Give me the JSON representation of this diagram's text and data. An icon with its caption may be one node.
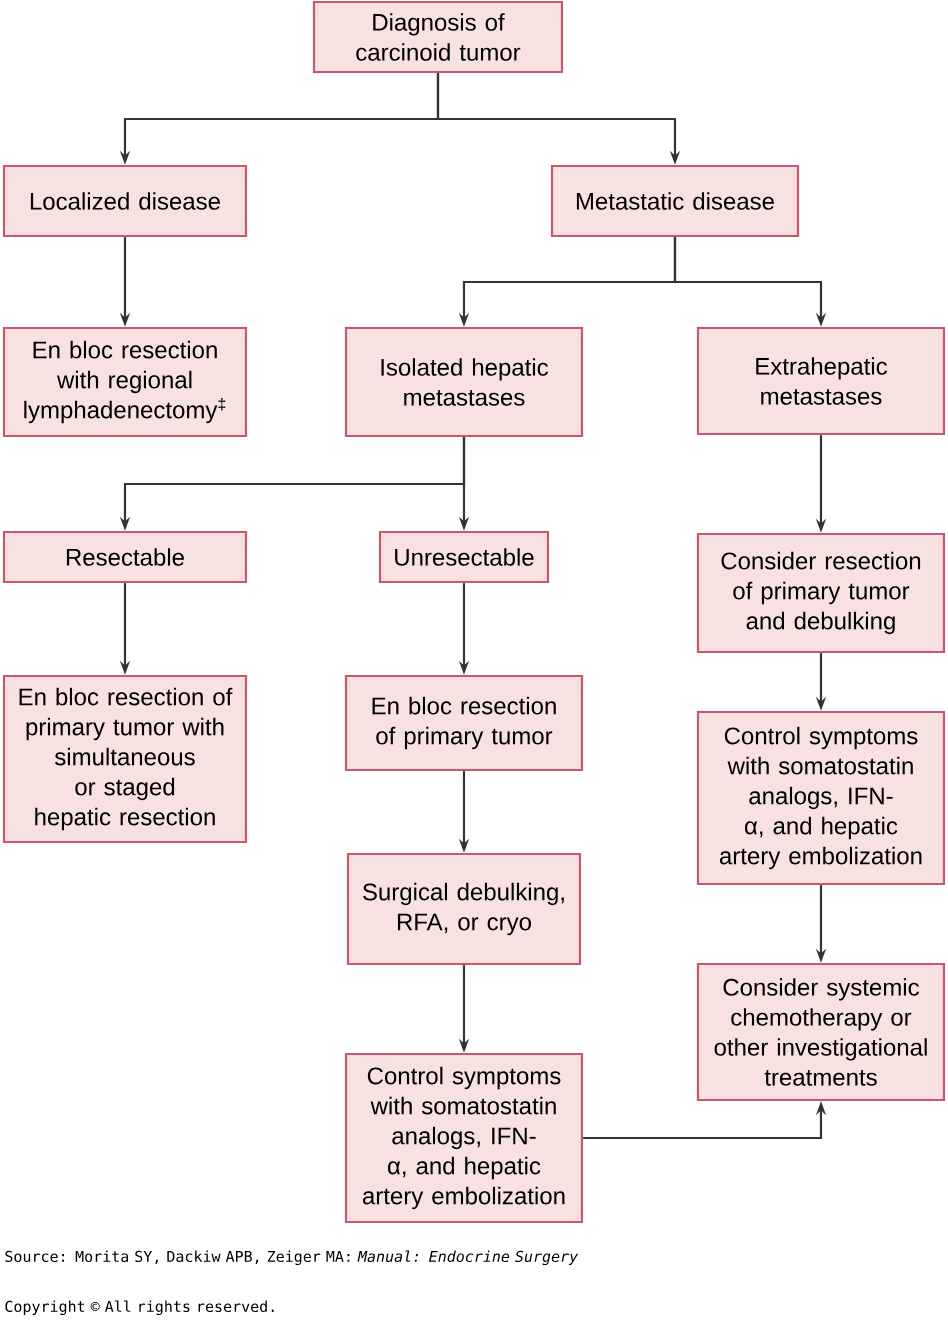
{
  "diagram": {
    "nodes": [
      {
        "text": [
          "Diagnosis of carcinoid tumor"
        ]
      },
      {
        "text": [
          "Localized disease"
        ]
      },
      {
        "text": [
          "Metastatic disease"
        ]
      },
      {
        "text": [
          "En bloc resection with regional lymphadenectomy$^{‡}$"
        ]
      },
      {
        "text": [
          "Isolated hepatic metastases"
        ]
      },
      {
        "text": [
          "Extrahepatic metastases"
        ]
      },
      {
        "text": [
          "Resectable"
        ]
      },
      {
        "text": [
          "Unresectable"
        ]
      },
      {
        "text": [
          "Consider resection of primary tumor and debulking"
        ]
      },
      {
        "text": [
          "En bloc resection of primary tumor with simultaneous or staged hepatic resection"
        ]
      },
      {
        "text": [
          "En bloc resection of primary tumor"
        ]
      },
      {
        "text": [
          "Control symptoms with somatostatin analogs, IFN-α, and hepatic artery embolization"
        ]
      },
      {
        "text": [
          "Surgical debulking, RFA, or cryo"
        ]
      },
      {
        "text": [
          "Consider systemic chemotherapy or other investigational treatments"
        ]
      },
      {
        "text": [
          "Control symptoms with somatostatin analogs, IFN-α, and hepatic artery embolization"
        ]
      }
    ],
    "edges": [
      {
        "from": 0,
        "to": 1,
        "arrow": "to"
      },
      {
        "from": 0,
        "to": 2,
        "arrow": "to"
      },
      {
        "from": 1,
        "to": 3,
        "arrow": "to"
      },
      {
        "from": 2,
        "to": 4,
        "arrow": "to"
      },
      {
        "from": 2,
        "to": 5,
        "arrow": "to"
      },
      {
        "from": 4,
        "to": 6,
        "arrow": "to"
      },
      {
        "from": 4,
        "to": 7,
        "arrow": "to"
      },
      {
        "from": 5,
        "to": 8,
        "arrow": "to"
      },
      {
        "from": 6,
        "to": 9,
        "arrow": "to"
      },
      {
        "from": 7,
        "to": 10,
        "arrow": "to"
      },
      {
        "from": 10,
        "to": 12,
        "arrow": "to"
      },
      {
        "from": 12,
        "to": 14,
        "arrow": "to"
      },
      {
        "from": 8,
        "to": 11,
        "arrow": "to"
      },
      {
        "from": 11,
        "to": 13,
        "arrow": "to"
      },
      {
        "from": 14,
        "to": 13,
        "arrow": "to"
      }
    ],
    "labels": [
      "Source: Morita SY, Dackiw APB, Zeiger MA: *Manual: Endocrine Surgery*",
      "Copyright © All rights reserved."
    ]
  }
}
